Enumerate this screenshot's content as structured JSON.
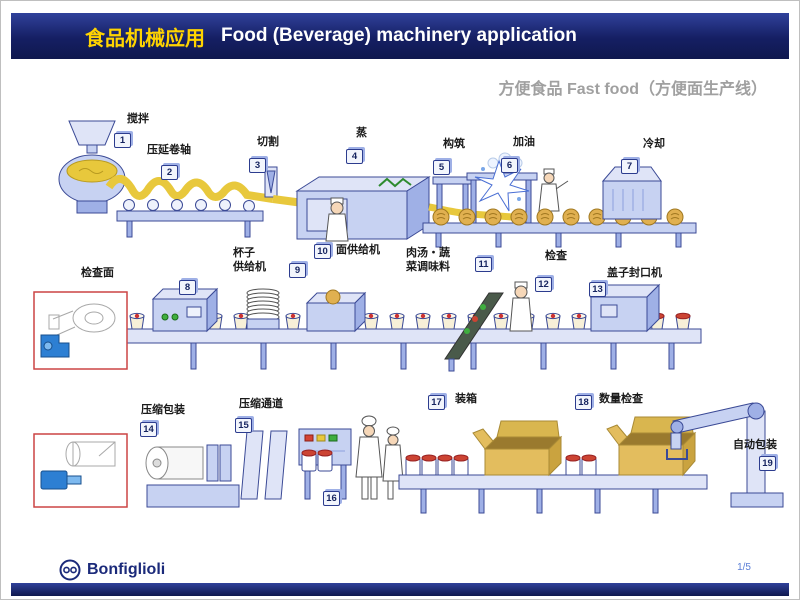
{
  "slide": {
    "title_zh": "食品机械应用",
    "title_en": "Food (Beverage) machinery application",
    "subtitle": "方便食品 Fast food（方便面生产线）",
    "brand": "Bonfiglioli",
    "page_number": "1/5"
  },
  "steps": [
    {
      "num": "1",
      "label": "搅拌"
    },
    {
      "num": "2",
      "label": "压延卷轴"
    },
    {
      "num": "3",
      "label": "切割"
    },
    {
      "num": "4",
      "label": "蒸"
    },
    {
      "num": "5",
      "label": "构筑"
    },
    {
      "num": "6",
      "label": "加油"
    },
    {
      "num": "7",
      "label": "冷却"
    },
    {
      "num": "8",
      "label": "检查面"
    },
    {
      "num": "9",
      "label": "杯子\n供给机"
    },
    {
      "num": "10",
      "label": "面供给机"
    },
    {
      "num": "11",
      "label": "肉汤・蔬\n菜调味料"
    },
    {
      "num": "12",
      "label": "检查"
    },
    {
      "num": "13",
      "label": "盖子封口机"
    },
    {
      "num": "14",
      "label": "压缩包装"
    },
    {
      "num": "15",
      "label": "压缩通道"
    },
    {
      "num": "16",
      "label": ""
    },
    {
      "num": "17",
      "label": "装箱"
    },
    {
      "num": "18",
      "label": "数量检查"
    },
    {
      "num": "19",
      "label": "自动包装"
    }
  ],
  "colors": {
    "header_bg": "#151f63",
    "title_zh": "#ffd400",
    "title_en": "#ffffff",
    "machine_fill": "#c7d2f2",
    "noodle_yellow": "#e8c83c",
    "cup_red": "#cc4433",
    "inset_border": "#cc4444"
  }
}
